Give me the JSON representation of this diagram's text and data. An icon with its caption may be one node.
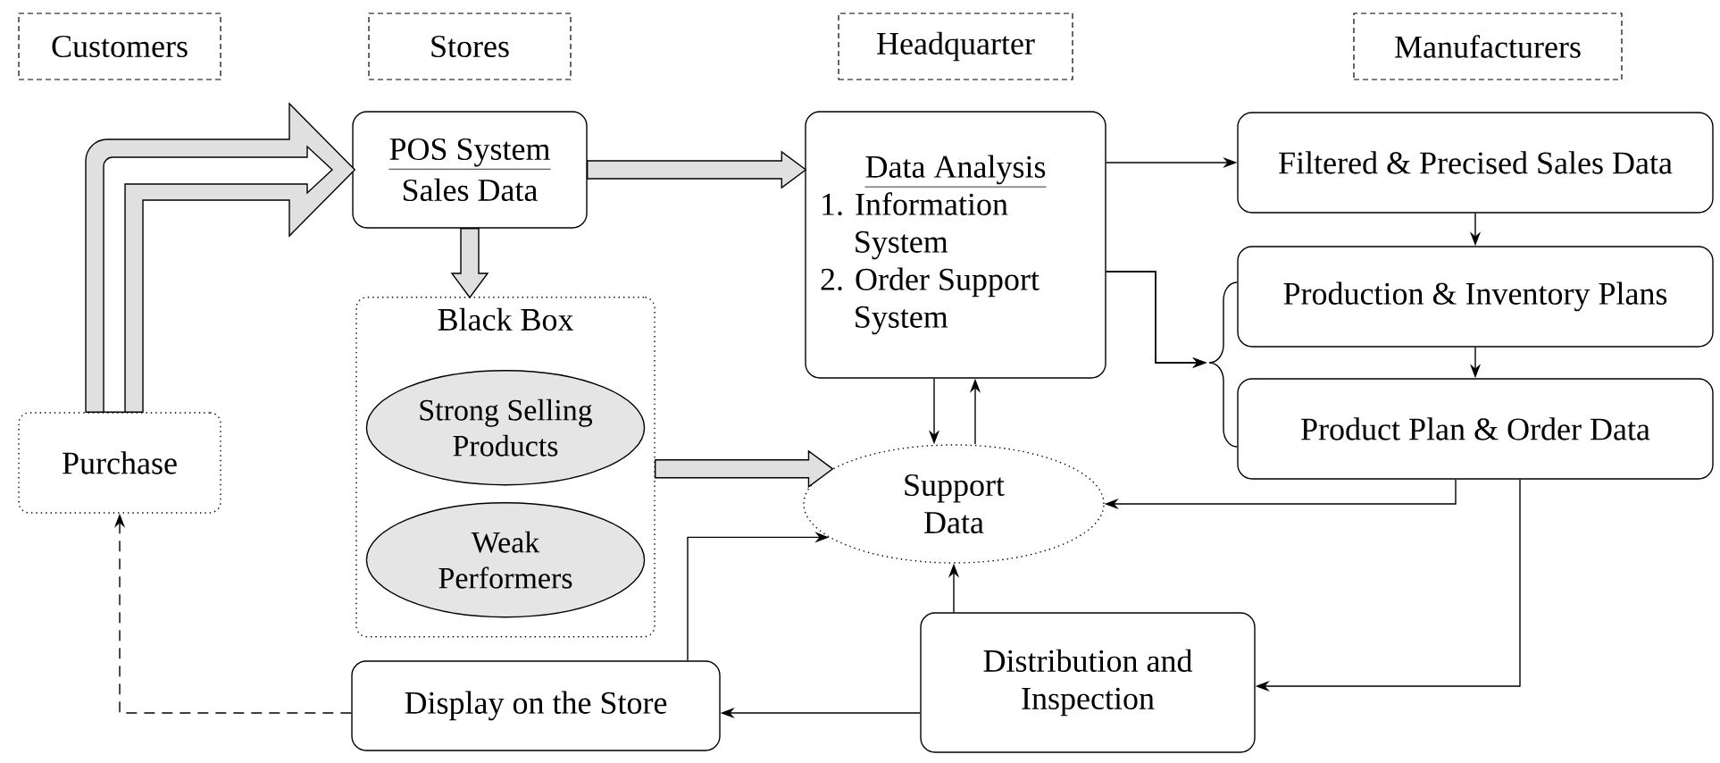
{
  "diagram": {
    "nodes": [
      {
        "text": [
          "Customers"
        ]
      },
      {
        "text": [
          "Stores"
        ]
      },
      {
        "text": [
          "Headquarter"
        ]
      },
      {
        "text": [
          "Manufacturers"
        ]
      },
      {
        "text": [
          "POS System",
          "Sales Data"
        ]
      },
      {
        "text": [
          "Black Box"
        ]
      },
      {
        "text": [
          "Strong Selling Products"
        ],
        "in": 5
      },
      {
        "text": [
          "Weak Performers"
        ],
        "in": 5
      },
      {
        "text": [
          "Data Analysis",
          "1. Information System",
          "2. Order Support System"
        ]
      },
      {
        "text": [
          "Filtered & Precised Sales Data"
        ]
      },
      {
        "text": [
          "Production & Inventory Plans"
        ]
      },
      {
        "text": [
          "Product Plan & Order Data"
        ]
      },
      {
        "text": [
          "Purchase"
        ]
      },
      {
        "text": [
          "Support Data"
        ]
      },
      {
        "text": [
          "Display on the Store"
        ]
      },
      {
        "text": [
          "Distribution and Inspection"
        ]
      }
    ],
    "edges": [
      {
        "from": 12,
        "to": 4,
        "arrow": "to",
        "style": "thick"
      },
      {
        "from": 4,
        "to": 8,
        "arrow": "to",
        "style": "thick"
      },
      {
        "from": 4,
        "to": 5,
        "arrow": "to",
        "style": "thick"
      },
      {
        "from": 5,
        "to": 13,
        "arrow": "to",
        "style": "thick"
      },
      {
        "from": 8,
        "to": 9,
        "arrow": "to"
      },
      {
        "from": 8,
        "to": 10,
        "arrow": "to"
      },
      {
        "from": 8,
        "to": 11,
        "arrow": "to"
      },
      {
        "from": 9,
        "to": 10,
        "arrow": "to"
      },
      {
        "from": 10,
        "to": 11,
        "arrow": "to"
      },
      {
        "from": 8,
        "to": 13,
        "arrow": "to"
      },
      {
        "from": 13,
        "to": 8,
        "arrow": "to"
      },
      {
        "from": 11,
        "to": 13,
        "arrow": "to"
      },
      {
        "from": 11,
        "to": 15,
        "arrow": "to"
      },
      {
        "from": 15,
        "to": 13,
        "arrow": "to"
      },
      {
        "from": 15,
        "to": 14,
        "arrow": "to"
      },
      {
        "from": 14,
        "to": 13,
        "arrow": "to"
      },
      {
        "from": 14,
        "to": 12,
        "arrow": "to",
        "style": "dashed"
      }
    ]
  }
}
